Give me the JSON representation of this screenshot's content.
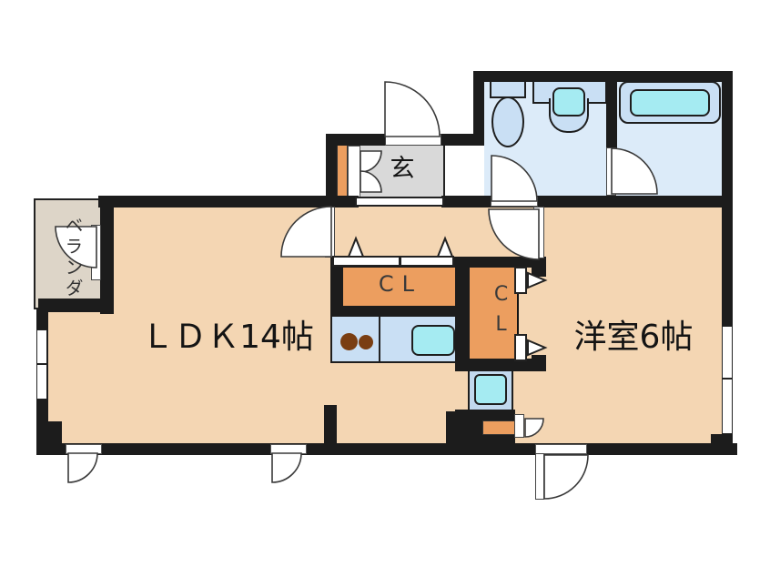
{
  "floorplan": {
    "rooms": {
      "ldk": {
        "label": "ＬＤＫ14帖"
      },
      "western": {
        "label": "洋室6帖"
      },
      "entrance": {
        "label": "玄"
      },
      "veranda": {
        "label": "ベランダ"
      },
      "closet_hall": {
        "label": "CL"
      },
      "closet_west_room": {
        "label": "CL"
      }
    },
    "fixtures": [
      "bathtub",
      "toilet",
      "washbasin",
      "kitchen-stove",
      "kitchen-sink",
      "washing-machine-pan",
      "shoe-cabinet"
    ],
    "colors": {
      "wall": "#1c1c1c",
      "floor": "#f4d6b3",
      "wet": "#dcebf9",
      "fix": "#c9dff4",
      "cyan": "#a5ebf2",
      "orange": "#ec9e5f",
      "gray": "#d9d9d9",
      "veranda": "#ddd5c8",
      "brown": "#7a3e12"
    }
  }
}
